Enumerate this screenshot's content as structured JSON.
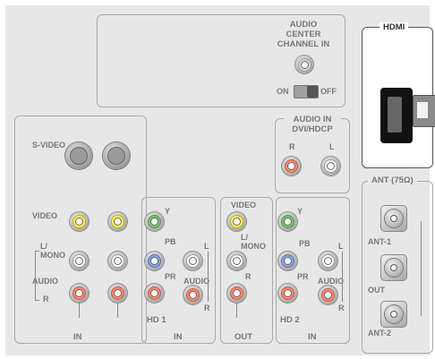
{
  "audio_center": {
    "title": "AUDIO\nCENTER\nCHANNEL IN",
    "on_label": "ON",
    "off_label": "OFF"
  },
  "hdmi": {
    "title": "HDMI"
  },
  "audio_in_dvi": {
    "title": "AUDIO IN\nDVI/HDCP",
    "r_label": "R",
    "l_label": "L"
  },
  "ant": {
    "title": "ANT (75Ω)",
    "ant1_label": "ANT-1",
    "out_label": "OUT",
    "ant2_label": "ANT-2"
  },
  "left_group": {
    "svideo_label": "S-VIDEO",
    "video_label": "VIDEO",
    "lmono_label": "L/\nMONO",
    "audio_label": "AUDIO",
    "r_label": "R",
    "in_tag": "IN"
  },
  "hd1": {
    "y_label": "Y",
    "pb_label": "PB",
    "pr_label": "PR",
    "l_label": "L",
    "audio_label": "AUDIO",
    "r_label": "R",
    "name_label": "HD 1",
    "in_tag": "IN"
  },
  "out_group": {
    "video_label": "VIDEO",
    "lmono_label": "L/\nMONO",
    "r_label": "R",
    "out_tag": "OUT"
  },
  "hd2": {
    "y_label": "Y",
    "pb_label": "PB",
    "pr_label": "PR",
    "l_label": "L",
    "audio_label": "AUDIO",
    "r_label": "R",
    "name_label": "HD 2",
    "in_tag": "IN"
  },
  "colors": {
    "panel": "#e7e7e7",
    "border": "#a9a9a9",
    "label": "#777777",
    "yellow": "#fff266",
    "red": "#ff8a70",
    "green": "#77c66d",
    "blue": "#8ca4e6",
    "white": "#ffffff"
  }
}
